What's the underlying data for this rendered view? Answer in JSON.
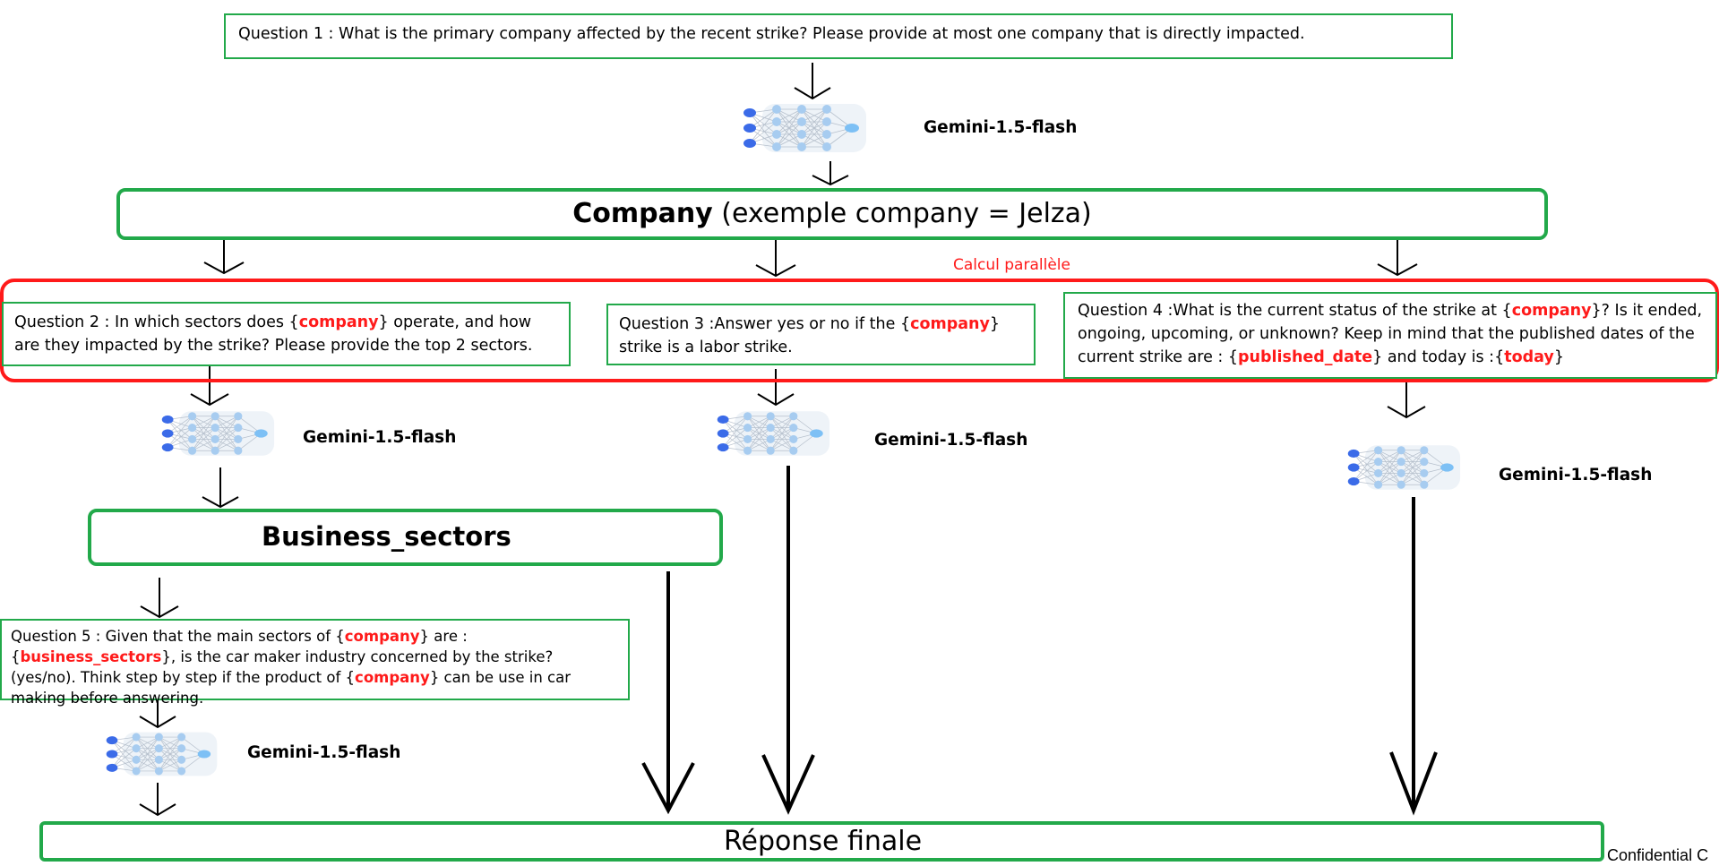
{
  "question1": {
    "text": "Question 1 : What is the primary company affected by the recent strike? Please provide at most one company that is directly impacted."
  },
  "company_box": {
    "bold": "Company",
    "rest": " (exemple company = Jelza)"
  },
  "parallel_label": "Calcul parallèle",
  "question2": {
    "prefix": "Question 2 : In which sectors does {",
    "var": "company",
    "suffix": "} operate, and how are they impacted by the strike? Please provide the top 2 sectors."
  },
  "question3": {
    "prefix": "Question 3 :Answer yes or no if the {",
    "var": "company",
    "suffix": "} strike is a labor strike."
  },
  "question4": {
    "p1": "Question 4 :What is the current status of the strike at {",
    "v1": "company",
    "p2": "}? Is it ended, ongoing, upcoming, or unknown? Keep in mind that the published dates of the current strike are  : {",
    "v2": "published_date",
    "p3": "} and today is :{",
    "v3": "today",
    "p4": "}"
  },
  "business_sectors_box": "Business_sectors",
  "question5": {
    "p1": "Question 5 : Given that the main sectors of {",
    "v1": "company",
    "p2": "} are :  {",
    "v2": "business_sectors",
    "p3": "},   is the car maker industry concerned by the strike? (yes/no). Think step by step if the product of {",
    "v3": "company",
    "p4": "} can be use in car making before answering."
  },
  "model_label": "Gemini-1.5-flash",
  "final_box": "Réponse finale",
  "footer": "Confidential C",
  "colors": {
    "green_border": "#22a94a",
    "red_border": "#ff1a1a",
    "variable_text": "#ff1a1a"
  },
  "icons": [
    "neural-network-icon"
  ]
}
